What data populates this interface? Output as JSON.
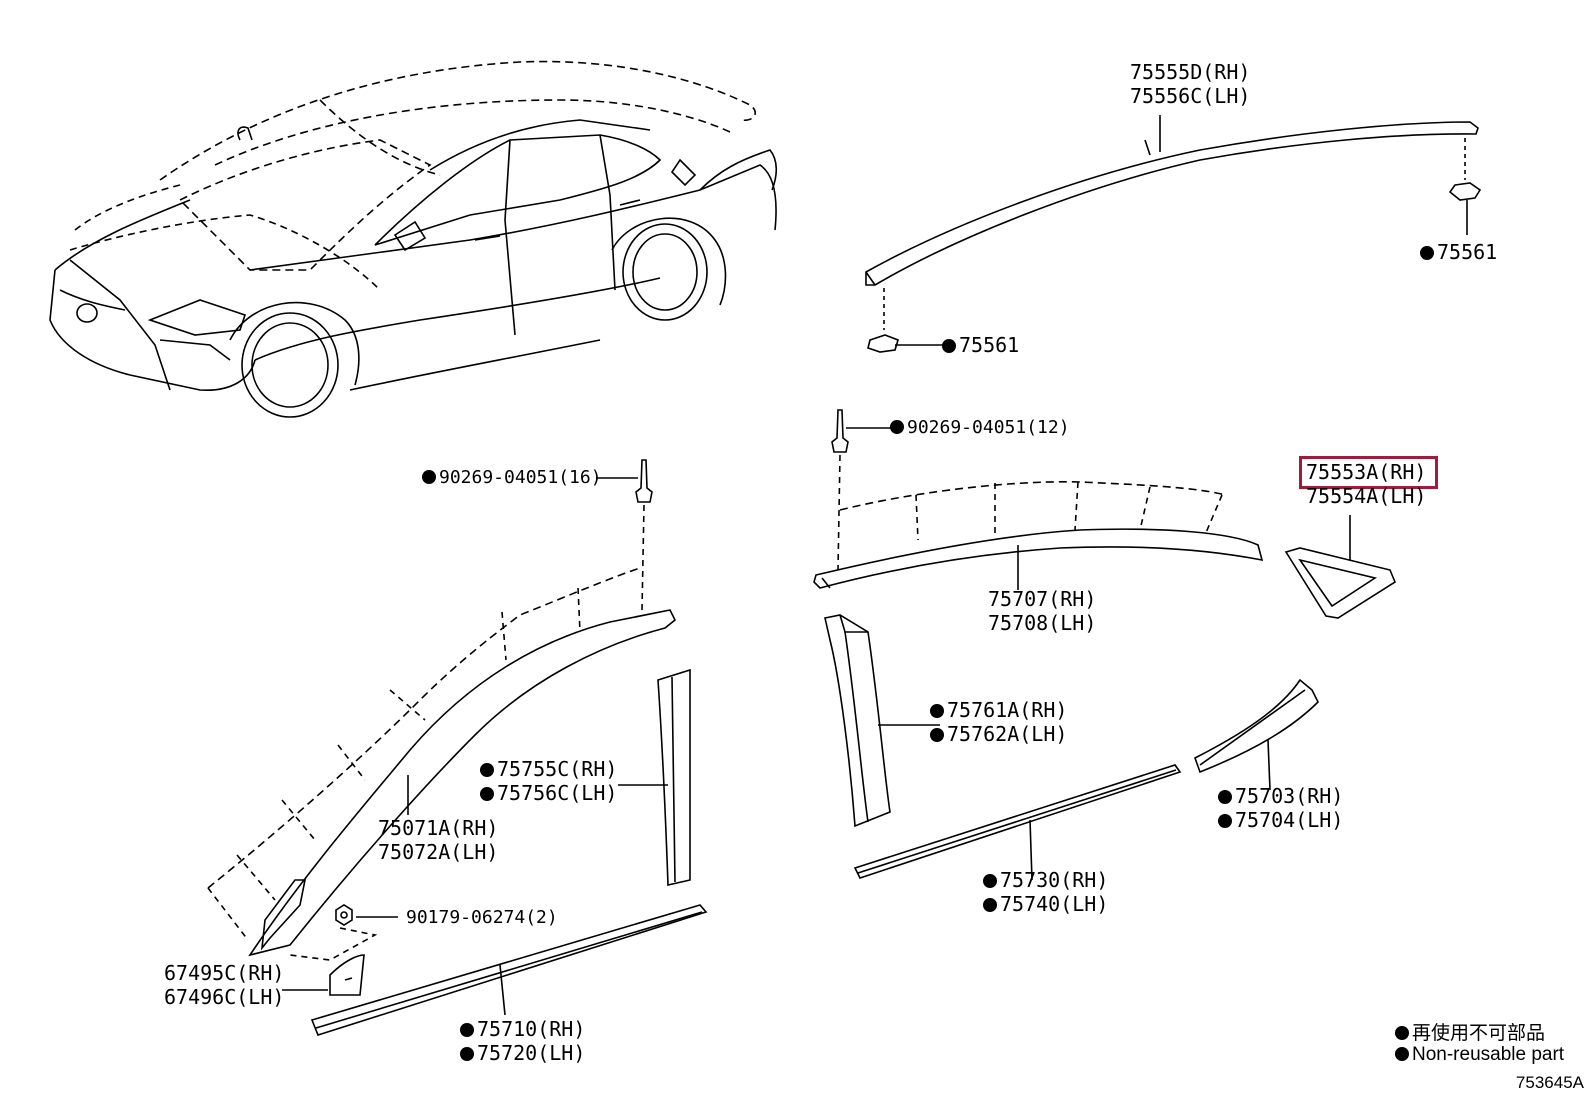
{
  "parts": {
    "p75555D": "75555D(RH)",
    "p75556C": "75556C(LH)",
    "p75561_right": "75561",
    "p75561_left": "75561",
    "p90269_12": "90269-04051(12)",
    "p90269_16": "90269-04051(16)",
    "p75553A": "75553A(RH)",
    "p75554A": "75554A(LH)",
    "p75707": "75707(RH)",
    "p75708": "75708(LH)",
    "p75761A": "75761A(RH)",
    "p75762A": "75762A(LH)",
    "p75755C": "75755C(RH)",
    "p75756C": "75756C(LH)",
    "p75071A": "75071A(RH)",
    "p75072A": "75072A(LH)",
    "p75703": "75703(RH)",
    "p75704": "75704(LH)",
    "p75730": "75730(RH)",
    "p75740": "75740(LH)",
    "p90179": "90179-06274(2)",
    "p67495C": "67495C(RH)",
    "p67496C": "67496C(LH)",
    "p75710": "75710(RH)",
    "p75720": "75720(LH)"
  },
  "legend": {
    "japanese": "再使用不可部品",
    "english": "Non-reusable part"
  },
  "diagram_id": "753645A",
  "colors": {
    "highlight": "#a01c3c",
    "line": "#000000"
  }
}
